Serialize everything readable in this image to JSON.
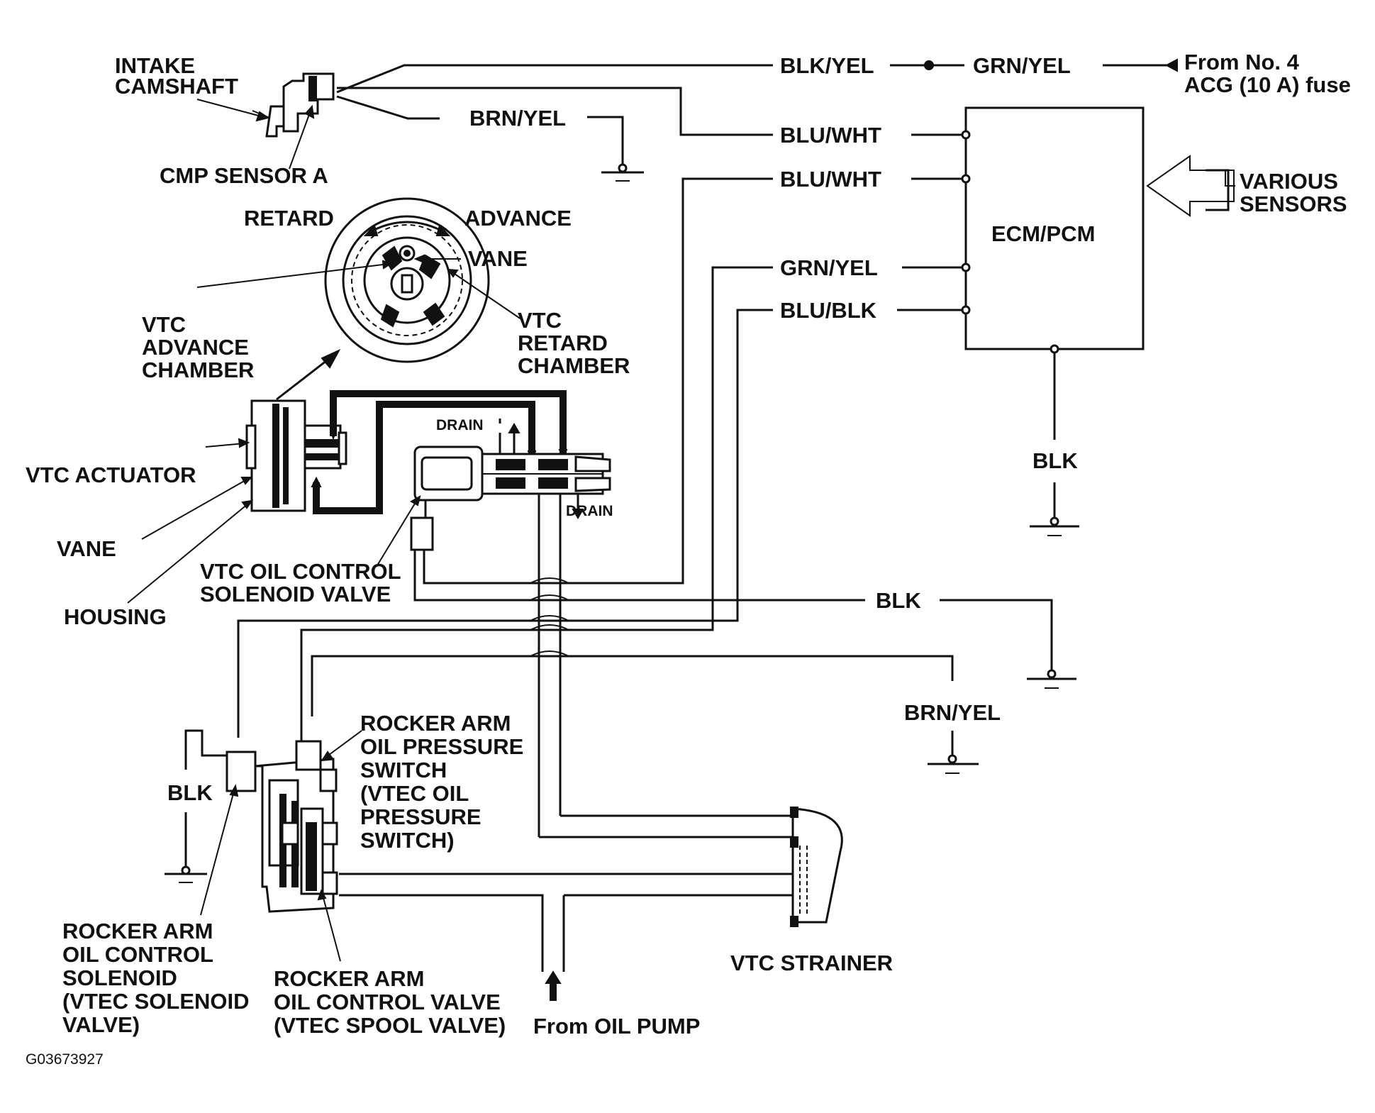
{
  "figure_id": "G03673927",
  "labels": {
    "intake_camshaft": [
      "INTAKE",
      "CAMSHAFT"
    ],
    "cmp_sensor": "CMP SENSOR A",
    "retard": "RETARD",
    "advance": "ADVANCE",
    "vane_top": "VANE",
    "vtc_advance_chamber": [
      "VTC",
      "ADVANCE",
      "CHAMBER"
    ],
    "vtc_retard_chamber": [
      "VTC",
      "RETARD",
      "CHAMBER"
    ],
    "vtc_actuator": "VTC ACTUATOR",
    "vane_bottom": "VANE",
    "housing": "HOUSING",
    "drain_top": "DRAIN",
    "drain_bottom": "DRAIN",
    "vtc_oil_control_solenoid": [
      "VTC OIL CONTROL",
      "SOLENOID VALVE"
    ],
    "rocker_arm_oil_pressure_switch": [
      "ROCKER ARM",
      "OIL PRESSURE",
      "SWITCH",
      "(VTEC OIL",
      "PRESSURE",
      "SWITCH)"
    ],
    "rocker_arm_oil_control_solenoid": [
      "ROCKER ARM",
      "OIL CONTROL",
      "SOLENOID",
      "(VTEC SOLENOID",
      "VALVE)"
    ],
    "rocker_arm_oil_control_valve": [
      "ROCKER ARM",
      "OIL CONTROL VALVE",
      "(VTEC SPOOL VALVE)"
    ],
    "from_oil_pump": "From OIL PUMP",
    "vtc_strainer": "VTC STRAINER",
    "ecm_pcm": "ECM/PCM",
    "various_sensors": [
      "VARIOUS",
      "SENSORS"
    ],
    "fuse_source": [
      "From No. 4",
      "ACG (10 A) fuse"
    ]
  },
  "wires": {
    "blk_yel": "BLK/YEL",
    "grn_yel_top": "GRN/YEL",
    "brn_yel_top": "BRN/YEL",
    "blu_wht_1": "BLU/WHT",
    "blu_wht_2": "BLU/WHT",
    "grn_yel": "GRN/YEL",
    "blu_blk": "BLU/BLK",
    "blk_ecm": "BLK",
    "blk_solenoid": "BLK",
    "brn_yel_bottom": "BRN/YEL",
    "blk_vtec": "BLK"
  }
}
